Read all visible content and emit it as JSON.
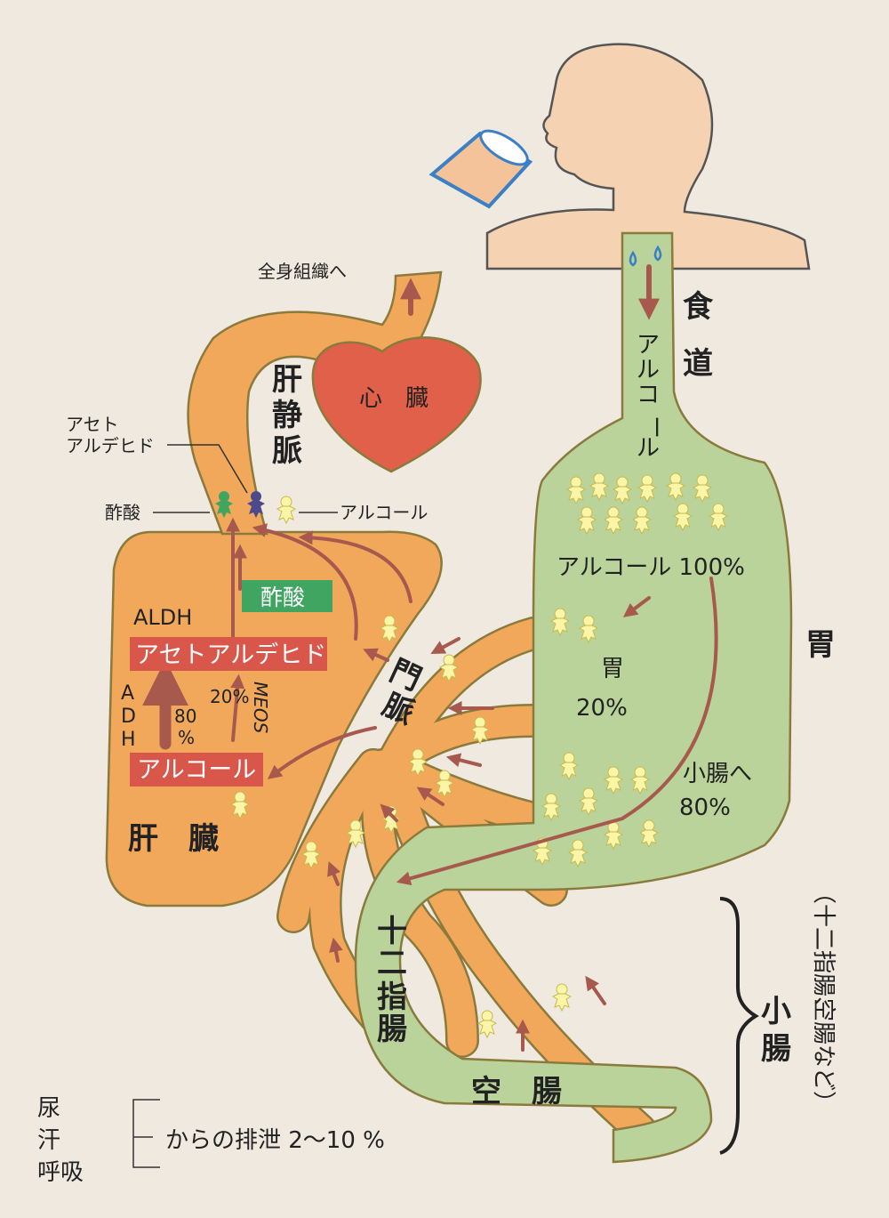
{
  "labels": {
    "esophagus_1": "食",
    "esophagus_2": "道",
    "esophagus_alcohol": [
      "ア",
      "ル",
      "コ",
      "ー",
      "ル"
    ],
    "stomach": "胃",
    "stomach_alcohol": "アルコール 100%",
    "stomach_pct_1": "胃",
    "stomach_pct_2": "20%",
    "to_small_intestine_1": "小腸へ",
    "to_small_intestine_2": "80%",
    "heart": "心　臓",
    "hepatic_vein": [
      "肝",
      "静",
      "脈"
    ],
    "to_whole_body": "全身組織へ",
    "acetaldehyde_1": "アセト",
    "acetaldehyde_2": "アルデヒド",
    "acetic_acid_side": "酢酸",
    "alcohol_side": "アルコール",
    "acetic_acid_box": "酢酸",
    "aldh": "ALDH",
    "acetaldehyde_box": "アセトアルデヒド",
    "adh": [
      "A",
      "D",
      "H"
    ],
    "adh_pct_1": "80",
    "adh_pct_2": "%",
    "meos_pct_1": "20%",
    "meos": "MEOS",
    "alcohol_box": "アルコール",
    "liver": "肝　臓",
    "portal_vein": [
      "門",
      "脈"
    ],
    "duodenum": [
      "十",
      "二",
      "指",
      "腸"
    ],
    "jejunum": "空　腸",
    "small_intestine": [
      "小",
      "腸"
    ],
    "small_intestine_note_1": "（十二指腸、",
    "small_intestine_note_2": "空腸など）",
    "excretion_1": "尿",
    "excretion_2": "汗",
    "excretion_3": "呼吸",
    "excretion_text": "からの排泄 2〜10 %"
  },
  "colors": {
    "background": "#efe9df",
    "skin": "#f4d2b2",
    "organ_green": "#b9d39a",
    "liver_orange": "#f2a85a",
    "heart_red": "#e0604a",
    "arrow_brown": "#a8594e",
    "label_red": "#d9564a",
    "label_green": "#3fa560",
    "molecule_yellow": "#fbf5a8",
    "molecule_green": "#3fa560",
    "molecule_purple": "#4c4a8a"
  },
  "icons": [
    "water-drop-icon",
    "glass-icon",
    "alcohol-molecule-icon",
    "acetaldehyde-molecule-icon",
    "acetic-acid-molecule-icon"
  ]
}
